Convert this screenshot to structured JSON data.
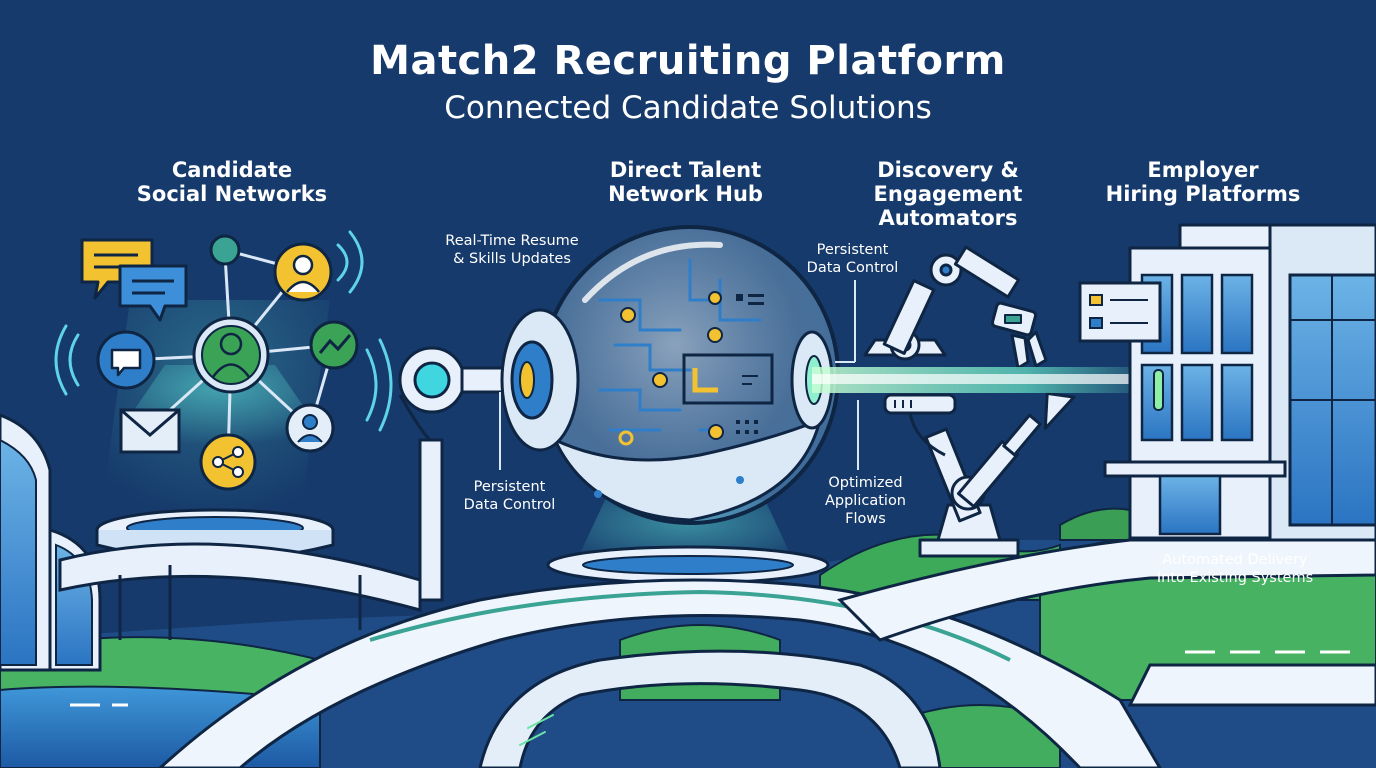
{
  "header": {
    "title": "Match2 Recruiting Platform",
    "subtitle": "Connected Candidate Solutions"
  },
  "columns": {
    "social": [
      "Candidate",
      "Social Networks"
    ],
    "hub": [
      "Direct Talent",
      "Network Hub"
    ],
    "discovery": [
      "Discovery &",
      "Engagement",
      "Automators"
    ],
    "employer": [
      "Employer",
      "Hiring Platforms"
    ]
  },
  "annotations": {
    "resume_updates": [
      "Real-Time Resume",
      "& Skills Updates"
    ],
    "data_control_left": [
      "Persistent",
      "Data Control"
    ],
    "data_control_right": [
      "Persistent",
      "Data Control"
    ],
    "application_flows": [
      "Optimized",
      "Application",
      "Flows"
    ],
    "automated_delivery": [
      "Automated Delivery",
      "Into Existing Systems"
    ]
  },
  "icons": {
    "social_nodes": [
      "chat-bubble-icon",
      "message-icon",
      "person-icon",
      "trend-icon",
      "share-icon",
      "envelope-icon",
      "user-icon"
    ],
    "hub": "circuit-sphere-icon",
    "robot_arms": "robot-arm-icon",
    "building": "office-building-icon"
  },
  "colors": {
    "background": "#163a6b",
    "accent_yellow": "#f2c230",
    "accent_green": "#4caf50",
    "accent_cyan": "#3fd6e0",
    "ink": "#0f2544"
  }
}
